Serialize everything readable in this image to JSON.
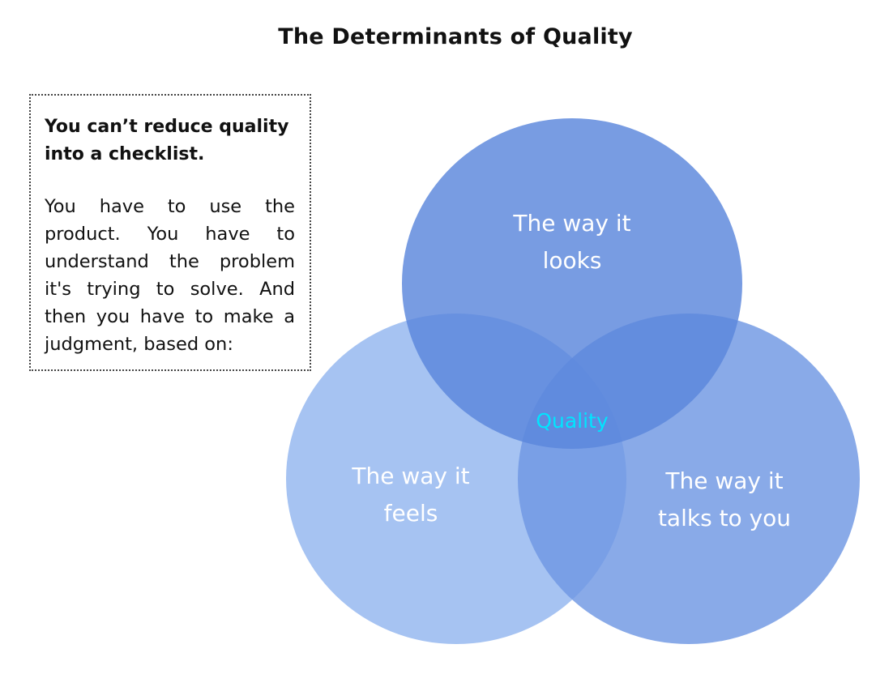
{
  "title": "The Determinants of Quality",
  "note": {
    "heading": "You can’t reduce quality into a checklist.",
    "body": "You have to use the product. You have to understand the problem it's trying to solve. And then you have to make a judgment, based on:"
  },
  "venn": {
    "top": {
      "line1": "The way it",
      "line2": "looks"
    },
    "left": {
      "line1": "The way it",
      "line2": "feels"
    },
    "right": {
      "line1": "The way it",
      "line2": "talks to you"
    },
    "center": "Quality"
  },
  "colors": {
    "circle_top": "#5a86dc",
    "circle_left": "#a6c3f2",
    "circle_right": "#6f97e3",
    "center_label": "#00e5ff"
  }
}
